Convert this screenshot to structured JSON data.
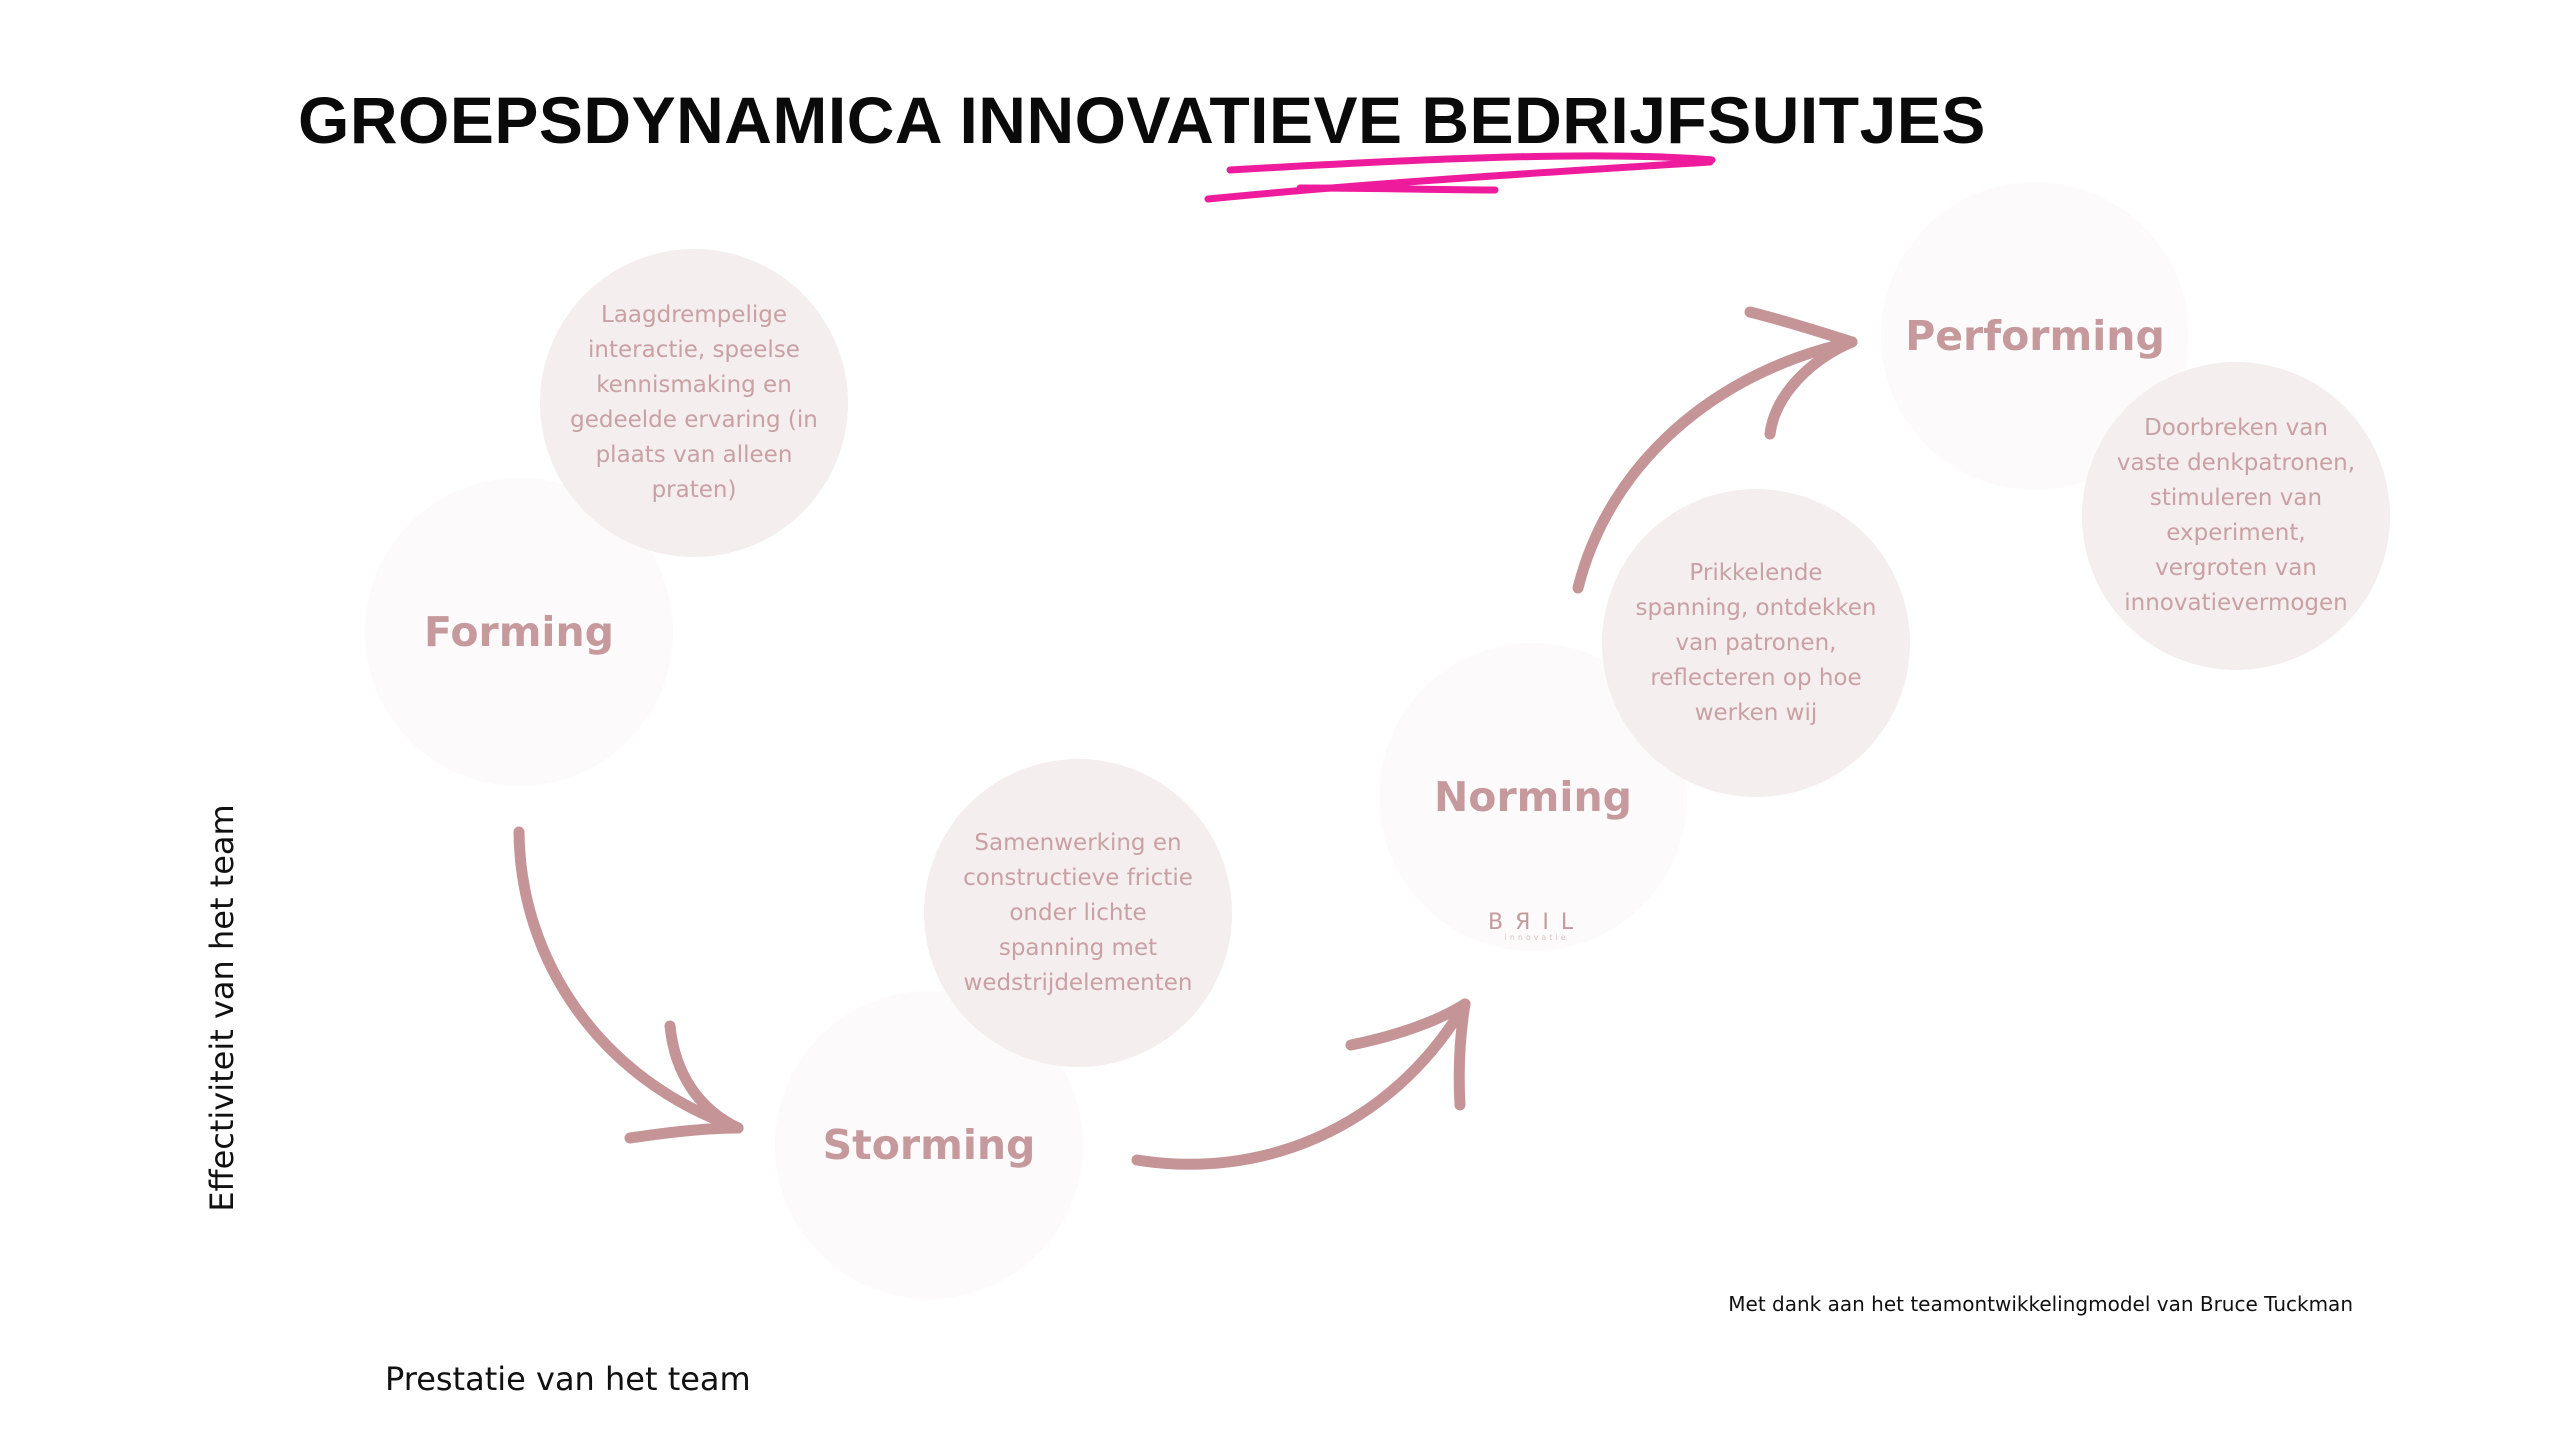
{
  "title": "GROEPSDYNAMICA INNOVATIEVE BEDRIJFSUITJES",
  "colors": {
    "accent_underline": "#ee1c9c",
    "arrow": "#c59497",
    "stage_text": "#c69a9d",
    "circle_fill": "#f4eeee"
  },
  "stages": [
    {
      "label": "Forming",
      "description": "Laagdrempelige interactie, speelse kennismaking en gedeelde ervaring (in plaats van alleen praten)"
    },
    {
      "label": "Storming",
      "description": "Samenwerking en constructieve frictie onder lichte spanning met wedstrijdelementen"
    },
    {
      "label": "Norming",
      "description": "Prikkelende spanning, ontdekken van patronen, reflecteren op hoe werken wij"
    },
    {
      "label": "Performing",
      "description": "Doorbreken van vaste denkpatronen, stimuleren van experiment, vergroten van innovatievermogen"
    }
  ],
  "axes": {
    "y_label": "Effectiviteit van het team",
    "x_label": "Prestatie van het team"
  },
  "credit": "Met dank aan het teamontwikkelingmodel van Bruce Tuckman",
  "logo": {
    "main": "BЯIL",
    "sub": "innovatie"
  }
}
